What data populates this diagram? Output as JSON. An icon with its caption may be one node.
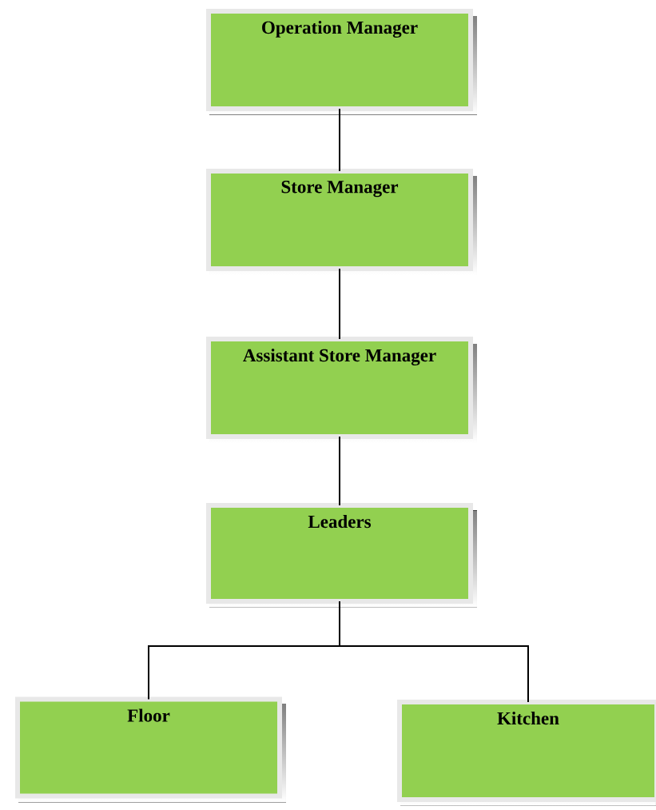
{
  "diagram": {
    "nodes": [
      {
        "text": [
          "Operation Manager"
        ]
      },
      {
        "text": [
          "Store Manager"
        ]
      },
      {
        "text": [
          "Assistant Store Manager"
        ]
      },
      {
        "text": [
          "Leaders"
        ]
      },
      {
        "text": [
          "Floor"
        ]
      },
      {
        "text": [
          "Kitchen"
        ]
      }
    ],
    "edges": [
      {
        "from": 0,
        "to": 1,
        "arrow": "none"
      },
      {
        "from": 1,
        "to": 2,
        "arrow": "none"
      },
      {
        "from": 2,
        "to": 3,
        "arrow": "none"
      },
      {
        "from": 3,
        "to": 4,
        "arrow": "none"
      },
      {
        "from": 3,
        "to": 5,
        "arrow": "none"
      }
    ]
  }
}
